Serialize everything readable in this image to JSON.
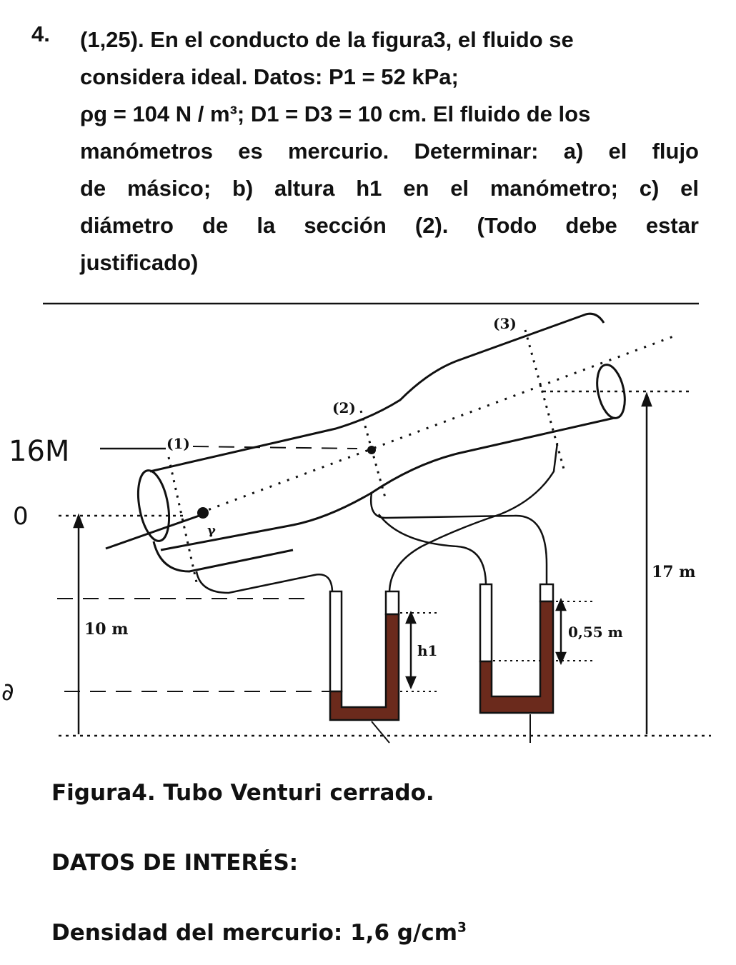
{
  "problem": {
    "number": "4.",
    "lines": [
      "(1,25). En el conducto de la figura3, el fluido se",
      "considera ideal. Datos:  P1 = 52 kPa;",
      "ρg = 104 N / m³; D1 = D3 = 10 cm. El fluido de los",
      "manómetros es mercurio. Determinar: a) el flujo",
      "de másico; b) altura h1 en el manómetro; c) el",
      "diámetro de la sección (2). (Todo debe estar",
      "justificado)"
    ]
  },
  "figure": {
    "section_labels": [
      "(1)",
      "(2)",
      "(3)"
    ],
    "point_label": "γ",
    "height_10": "10 m",
    "height_17": "17 m",
    "manometer_h": "h1",
    "manometer_diff": "0,55 m",
    "handwritten": {
      "top": "16M",
      "middle": "0",
      "bottom": "∂"
    },
    "colors": {
      "mercury": "#6b2a1c",
      "ink": "#111111"
    }
  },
  "caption": "Figura4. Tubo Venturi cerrado.",
  "datos_title": "DATOS DE INTERÉS:",
  "density": {
    "label": "Densidad del mercurio: 1,6 g/cm",
    "exp": "3"
  }
}
